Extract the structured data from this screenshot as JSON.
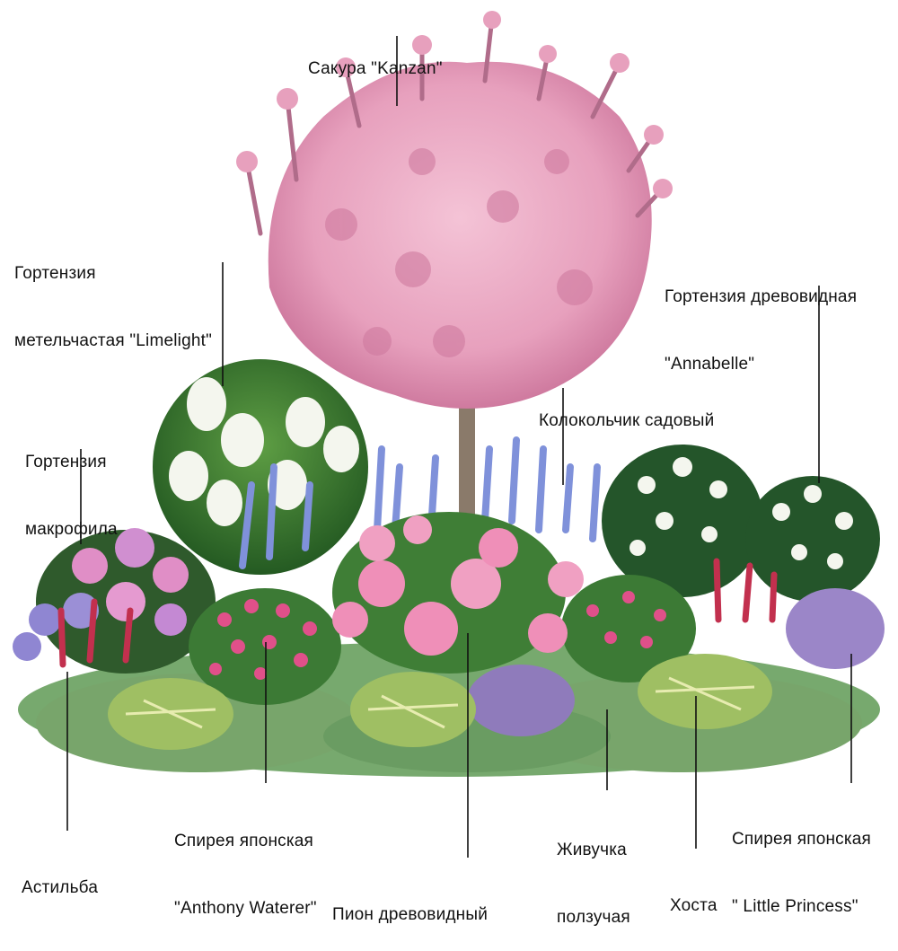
{
  "labels": {
    "sakura": [
      "Сакура \"Kanzan\""
    ],
    "limelight": [
      "Гортензия",
      "метельчастая \"Limelight\""
    ],
    "annabelle": [
      "Гортензия древовидная",
      "\"Annabelle\""
    ],
    "bellflower": [
      "Колокольчик садовый"
    ],
    "macrophylla": [
      "Гортензия",
      "макрофила"
    ],
    "astilbe": [
      "Астильба"
    ],
    "anthony": [
      "Спирея японская",
      "\"Anthony Waterer\""
    ],
    "peony": [
      "Пион древовидный"
    ],
    "ajuga": [
      "Живучка",
      "ползучая"
    ],
    "hosta": [
      "Хоста"
    ],
    "little_princess": [
      "Спирея японская",
      "\" Little Princess\""
    ]
  },
  "colors": {
    "sakura_pink": "#e9a3bf",
    "sakura_dark": "#c96f95",
    "trunk": "#8a7a6a",
    "foliage_dark": "#2f6b2a",
    "foliage_mid": "#4f8f3a",
    "foliage_light": "#8dbf5a",
    "hosta_leaf": "#c7d98a",
    "white_bloom": "#f4f6ee",
    "bell_blue": "#8a9be0",
    "peony_pink": "#ef8fb8",
    "hydrangea_blue": "#9b8fd6",
    "hydrangea_pink": "#e08ec6",
    "spirea_pink": "#e0508a",
    "astilbe_red": "#c2304e",
    "ajuga_purple": "#a78acb",
    "leader_line": "#111111"
  }
}
